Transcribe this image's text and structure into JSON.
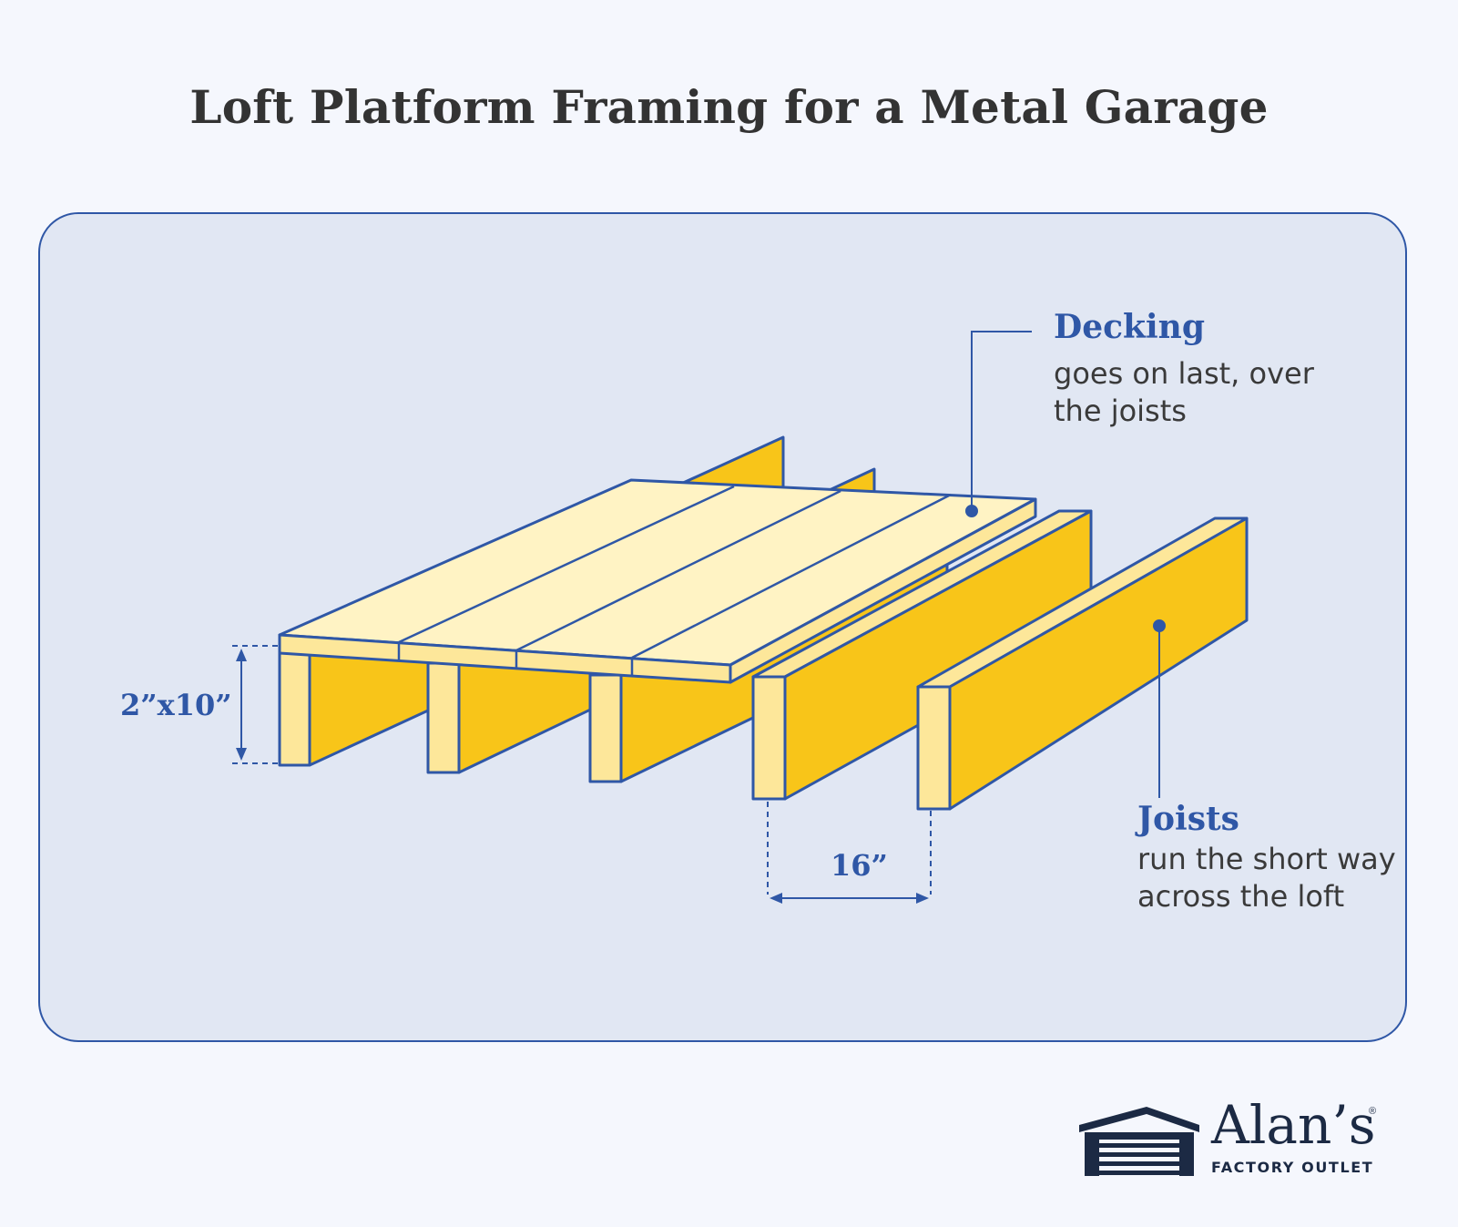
{
  "title": "Loft Platform Framing for a Metal Garage",
  "labels": {
    "decking": {
      "title": "Decking",
      "description": "goes on last, over the joists"
    },
    "joists": {
      "title": "Joists",
      "description": "run the short way across the loft"
    }
  },
  "dimensions": {
    "joist_size": "2”x10”",
    "joist_spacing": "16”"
  },
  "logo": {
    "name": "Alan’s",
    "registered": "®",
    "tagline": "FACTORY OUTLET"
  },
  "colors": {
    "accent_blue": "#2f57a6",
    "joist_yellow": "#f8c519",
    "joist_end_yellow": "#fde79a",
    "decking_cream": "#fff3c4",
    "panel_bg": "#e1e7f3",
    "logo_navy": "#1c2a44"
  },
  "icons": [
    "garage-logo-icon"
  ]
}
